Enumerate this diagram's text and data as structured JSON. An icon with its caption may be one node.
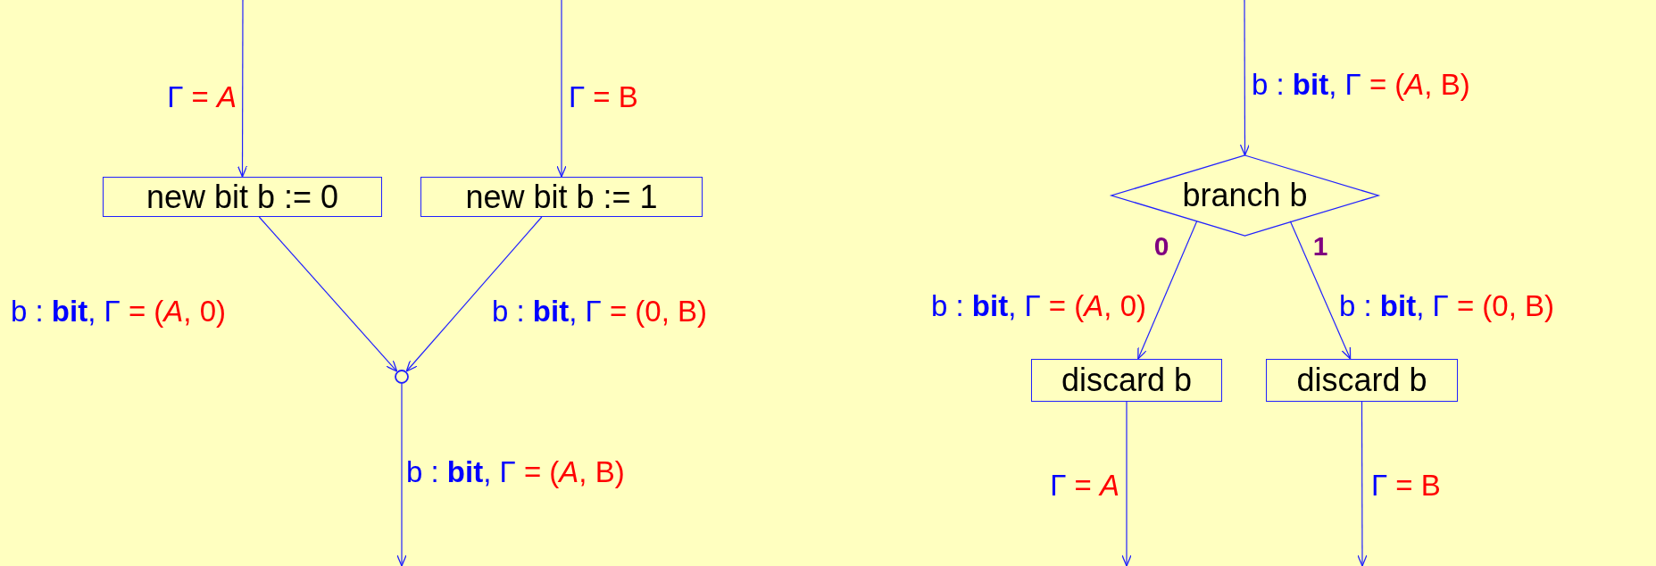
{
  "diagram": {
    "nodes": [
      {
        "text": [
          "new bit b := 0"
        ]
      },
      {
        "text": [
          "new bit b := 1"
        ]
      },
      {
        "text": [],
        "shape": "circle"
      },
      {
        "text": [
          "branch b"
        ]
      },
      {
        "text": [
          "discard b"
        ]
      },
      {
        "text": [
          "discard b"
        ]
      }
    ],
    "edges": [
      {
        "from": null,
        "to": 0,
        "arrow": "to",
        "label": "Γ = *A*"
      },
      {
        "from": null,
        "to": 1,
        "arrow": "to",
        "label": "Γ = B"
      },
      {
        "from": 0,
        "to": 2,
        "arrow": "to",
        "label": "b : **bit**, Γ = (*A*, 0)"
      },
      {
        "from": 1,
        "to": 2,
        "arrow": "to",
        "label": "b : **bit**, Γ = (0, B)"
      },
      {
        "from": 2,
        "to": null,
        "arrow": "to",
        "label": "b : **bit**, Γ = (*A*, B)"
      },
      {
        "from": null,
        "to": 3,
        "arrow": "to",
        "label": "b : **bit**, Γ = (*A*, B)"
      },
      {
        "from": 3,
        "to": 4,
        "arrow": "to",
        "label": "b : **bit**, Γ = (*A*, 0)"
      },
      {
        "from": 3,
        "to": 5,
        "arrow": "to",
        "label": "b : **bit**, Γ = (0, B)"
      },
      {
        "from": 4,
        "to": null,
        "arrow": "to",
        "label": "Γ = *A*"
      },
      {
        "from": 5,
        "to": null,
        "arrow": "to",
        "label": "Γ = B"
      }
    ],
    "labels": [
      "0",
      "1"
    ]
  }
}
